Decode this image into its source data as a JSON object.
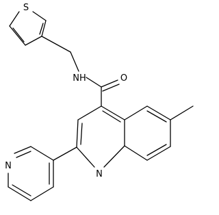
{
  "molecule": {
    "atom_labels": {
      "sulfur": "S",
      "amide_nh": "NH",
      "carbonyl_oxygen": "O",
      "quinoline_nitrogen": "N",
      "pyridine_nitrogen": "N"
    }
  },
  "colors": {
    "bond": "#000000",
    "label": "#000000",
    "background": "#ffffff"
  }
}
